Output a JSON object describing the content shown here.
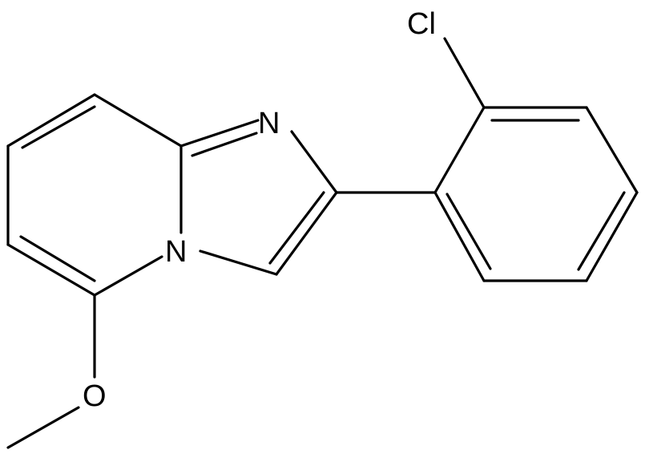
{
  "atoms": {
    "chlorine": "Cl",
    "nitrogen_imine": "N",
    "nitrogen_bridge": "N",
    "oxygen": "O"
  },
  "colors": {
    "bond": "#000000",
    "background": "#ffffff"
  }
}
